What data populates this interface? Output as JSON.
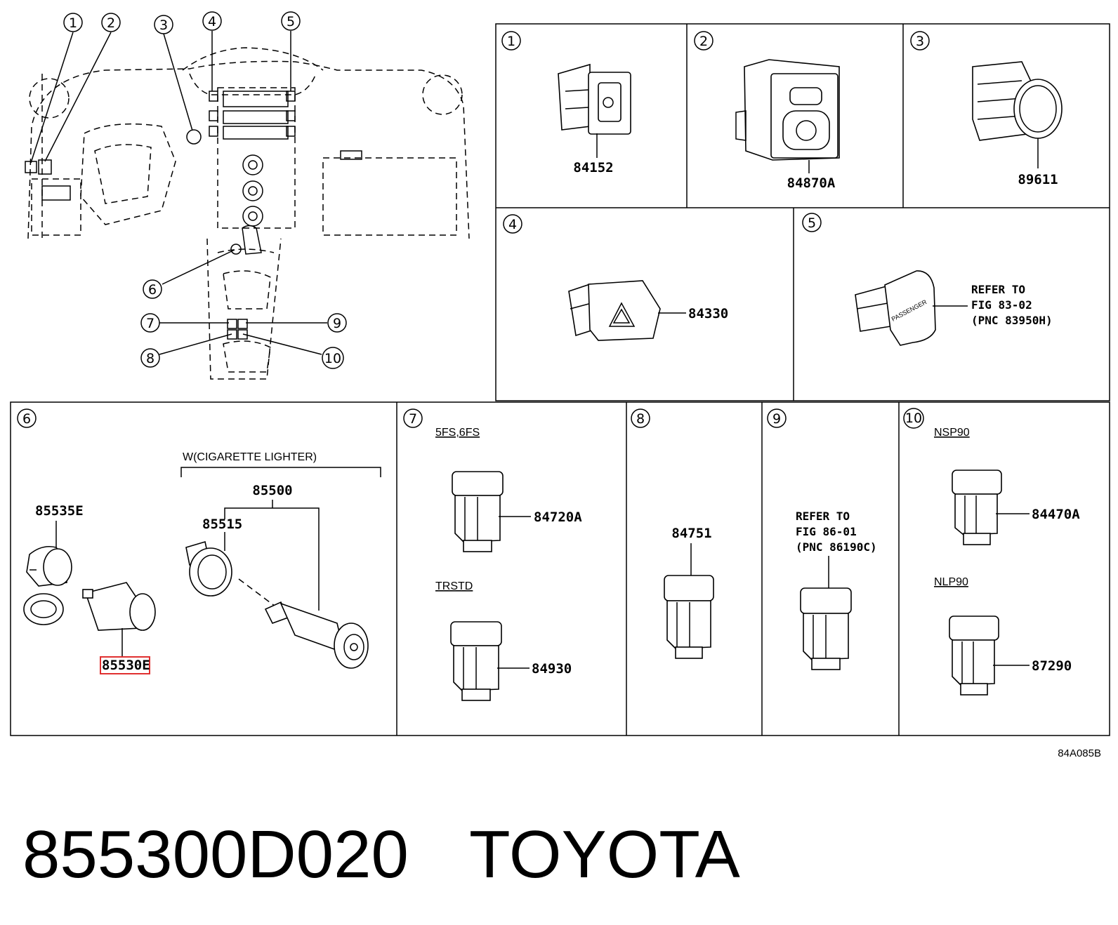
{
  "callouts": [
    "1",
    "2",
    "3",
    "4",
    "5",
    "6",
    "7",
    "8",
    "9",
    "10"
  ],
  "panels": {
    "p1": {
      "num": "1",
      "part": "84152"
    },
    "p2": {
      "num": "2",
      "part": "84870A"
    },
    "p3": {
      "num": "3",
      "part": "89611"
    },
    "p4": {
      "num": "4",
      "part": "84330"
    },
    "p5": {
      "num": "5",
      "note": [
        "REFER TO",
        "FIG 83-02",
        "(PNC 83950H)"
      ],
      "badge_text": "PASSENGER"
    },
    "p6": {
      "num": "6",
      "group_label": "W(CIGARETTE LIGHTER)",
      "parts": [
        "85535E",
        "85500",
        "85515",
        "85530E"
      ],
      "highlighted_part": "85530E"
    },
    "p7": {
      "num": "7",
      "variants": [
        "5FS,6FS",
        "TRSTD"
      ],
      "parts": [
        "84720A",
        "84930"
      ]
    },
    "p8": {
      "num": "8",
      "part": "84751"
    },
    "p9": {
      "num": "9",
      "note": [
        "REFER TO",
        "FIG 86-01",
        "(PNC 86190C)"
      ]
    },
    "p10": {
      "num": "10",
      "variants": [
        "NSP90",
        "NLP90"
      ],
      "parts": [
        "84470A",
        "87290"
      ]
    }
  },
  "figure_code": "84A085B",
  "footer": {
    "part_number": "855300D020",
    "brand": "TOYOTA"
  },
  "colors": {
    "line": "#000000",
    "highlight": "#e03030",
    "background": "#ffffff"
  }
}
